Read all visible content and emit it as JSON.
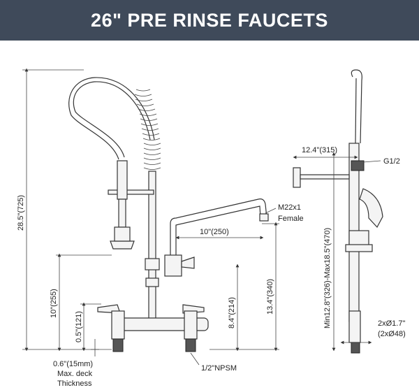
{
  "title": "26\" PRE RINSE FAUCETS",
  "labels": {
    "overall_height": "28.5\"(725)",
    "spray_height": "10\"(255)",
    "base_height": "0.5\"(121)",
    "spout_reach": "10\"(250)",
    "spout_outlet": "M22x1",
    "spout_outlet_type": "Female",
    "valve_height": "8.4\"(214)",
    "spout_height": "13.4\"(340)",
    "deck_thickness_line1": "0.6\"(15mm)",
    "deck_thickness_line2": "Max. deck",
    "deck_thickness_line3": "Thickness",
    "inlet": "1/2\"NPSM",
    "wall_bracket": "12.4\"(315)",
    "connection": "G1/2",
    "side_height": "Min12.8\"(326)-Max18.5\"(470)",
    "shank_dia_line1": "2xØ1.7\"",
    "shank_dia_line2": "(2xØ48)"
  }
}
